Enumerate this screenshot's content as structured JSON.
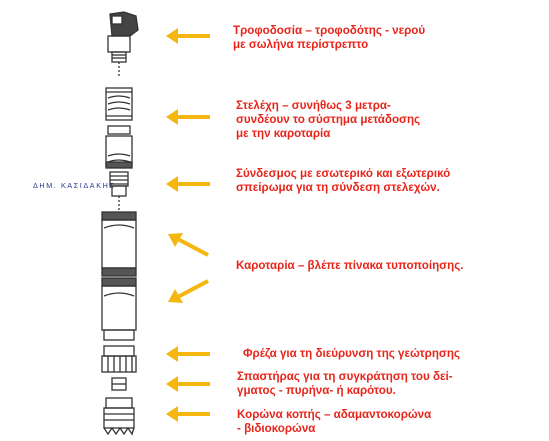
{
  "credit": "ΔΗΜ. ΚΑΣΙΔΑΚΗΣ",
  "colors": {
    "label": "#e8251b",
    "arrow": "#f5b60f",
    "credit": "#2a3a8c",
    "parts": "#333333"
  },
  "labels": [
    {
      "id": "feed",
      "lines": [
        "Τροφοδοσία – τροφοδότης - νερού",
        " με σωλήνα περίστρεπτο"
      ]
    },
    {
      "id": "rods",
      "lines": [
        "Στελέχη – συνήθως  3 μετρα-",
        "συνδέουν το σύστημα μετάδοσης",
        "με την καροταρία"
      ]
    },
    {
      "id": "coupling",
      "lines": [
        "Σύνδεσμος  με εσωτερικό και εξωτερικό",
        "σπείρωμα για τη σύνδεση στελεχών."
      ]
    },
    {
      "id": "core-barrel",
      "lines": [
        "Καροταρία – βλέπε πίνακα τυποποίησης."
      ]
    },
    {
      "id": "reamer",
      "lines": [
        "Φρέζα για τη διεύρυνση της γεώτρησης"
      ]
    },
    {
      "id": "core-lifter",
      "lines": [
        "Σπαστήρας για τη συγκράτηση του δεί-",
        "γματος - πυρήνα- ή καρότου."
      ]
    },
    {
      "id": "crown",
      "lines": [
        "Κορώνα κοπής – αδαμαντοκορώνα",
        " - βιδιοκορώνα"
      ]
    }
  ],
  "arrows": [
    {
      "name": "arrow-feed",
      "direction": "left"
    },
    {
      "name": "arrow-rods",
      "direction": "left"
    },
    {
      "name": "arrow-coupling",
      "direction": "left"
    },
    {
      "name": "arrow-core-barrel-upper",
      "direction": "up-left"
    },
    {
      "name": "arrow-core-barrel-lower",
      "direction": "down-left"
    },
    {
      "name": "arrow-reamer",
      "direction": "left"
    },
    {
      "name": "arrow-core-lifter",
      "direction": "left"
    },
    {
      "name": "arrow-crown",
      "direction": "left"
    }
  ]
}
